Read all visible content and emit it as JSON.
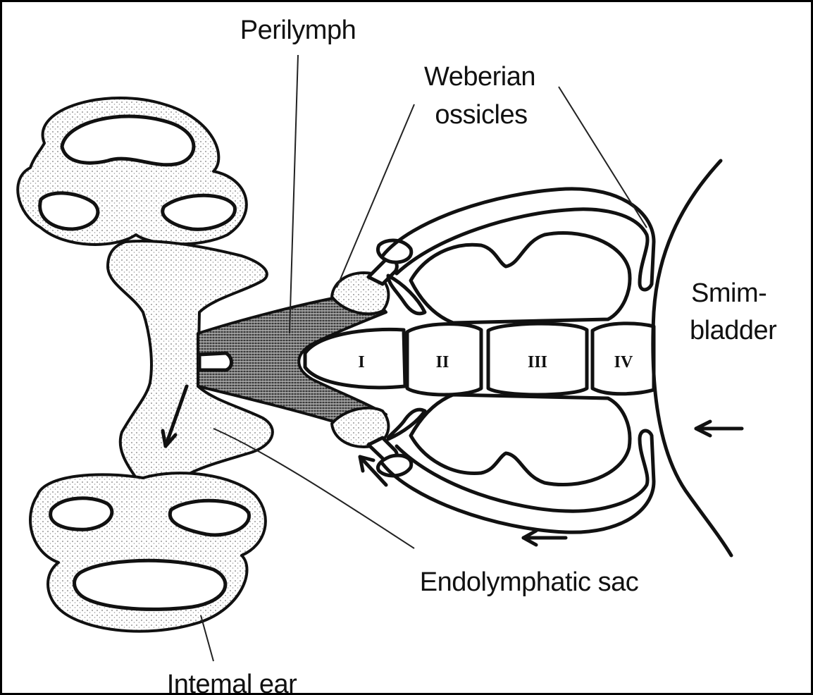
{
  "labels": {
    "perilymph": "Perilymph",
    "weberian_line1": "Weberian",
    "weberian_line2": "ossicles",
    "swim_line1": "Smim-",
    "swim_line2": "bladder",
    "endolymphatic": "Endolymphatic sac",
    "internal_ear": "Intemal ear"
  },
  "vertebrae": [
    "I",
    "II",
    "III",
    "IV"
  ],
  "colors": {
    "ink": "#111111",
    "paper": "#ffffff",
    "stipple": "#8a8a8a"
  }
}
